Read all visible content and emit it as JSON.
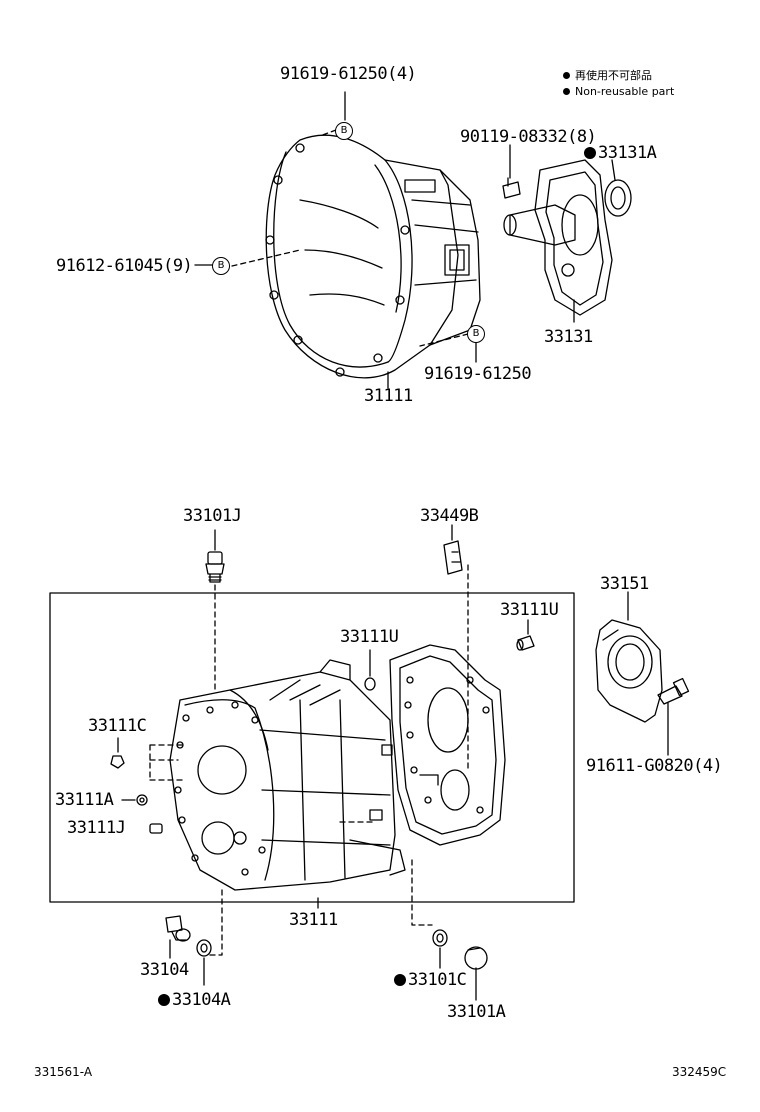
{
  "legend": {
    "japanese": "再使用不可部品",
    "english": "Non-reusable part"
  },
  "labels": {
    "bolt_b_top": "91619-61250(4)",
    "bolt_b_left": "91612-61045(9)",
    "bolt_b_bottom": "91619-61250",
    "bell_housing": "31111",
    "screw_cover": "90119-08332(8)",
    "oil_seal_top": "33131A",
    "bearing_retainer": "33131",
    "plug_j_top": "33101J",
    "clip": "33449B",
    "pin_u_right": "33111U",
    "pin_u_mid": "33111U",
    "plug_c": "33111C",
    "plug_a": "33111A",
    "plug_j": "33111J",
    "retainer_front": "33151",
    "bolt_front": "91611-G0820(4)",
    "case": "33111",
    "plug_drain": "33104",
    "gasket_drain": "33104A",
    "gasket_fill": "33101C",
    "plug_fill": "33101A"
  },
  "bolt_mark_letter": "B",
  "codes": {
    "left": "331561-A",
    "right": "332459C"
  }
}
